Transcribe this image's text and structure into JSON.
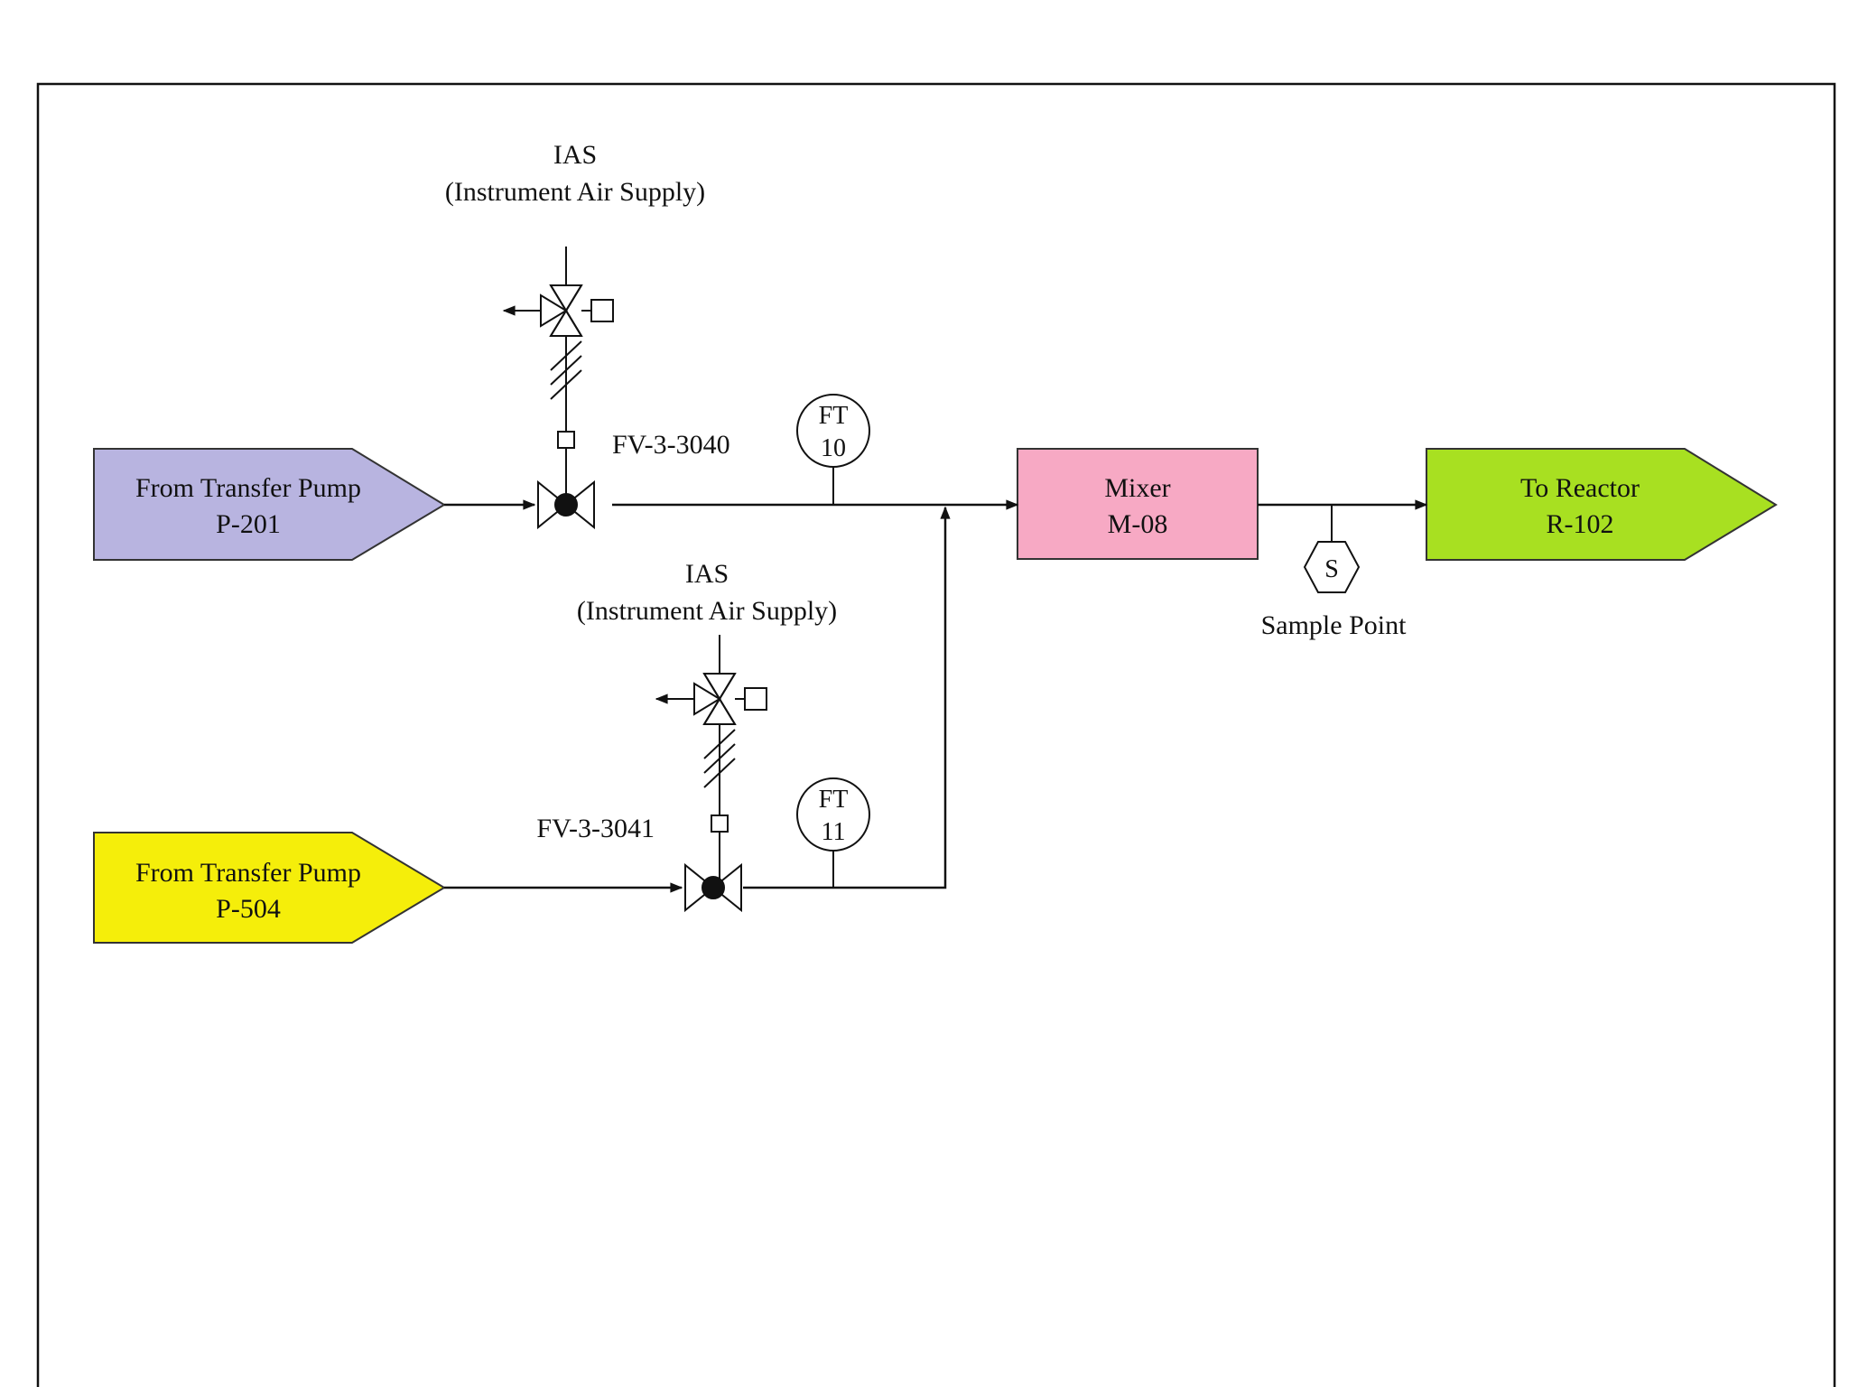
{
  "colors": {
    "pump_p201": "#b8b4e0",
    "pump_p504": "#f5ee0a",
    "mixer": "#f7a9c4",
    "reactor": "#a8e021"
  },
  "sources": [
    {
      "line1": "From Transfer Pump",
      "line2": "P-201"
    },
    {
      "line1": "From Transfer Pump",
      "line2": "P-504"
    }
  ],
  "air_supply": [
    {
      "line1": "IAS",
      "line2": "(Instrument Air Supply)"
    },
    {
      "line1": "IAS",
      "line2": "(Instrument Air Supply)"
    }
  ],
  "valves": [
    {
      "tag": "FV-3-3040"
    },
    {
      "tag": "FV-3-3041"
    }
  ],
  "transmitters": [
    {
      "line1": "FT",
      "line2": "10"
    },
    {
      "line1": "FT",
      "line2": "11"
    }
  ],
  "mixer": {
    "line1": "Mixer",
    "line2": "M-08"
  },
  "destination": {
    "line1": "To Reactor",
    "line2": "R-102"
  },
  "sample": {
    "symbol": "S",
    "label": "Sample Point"
  }
}
